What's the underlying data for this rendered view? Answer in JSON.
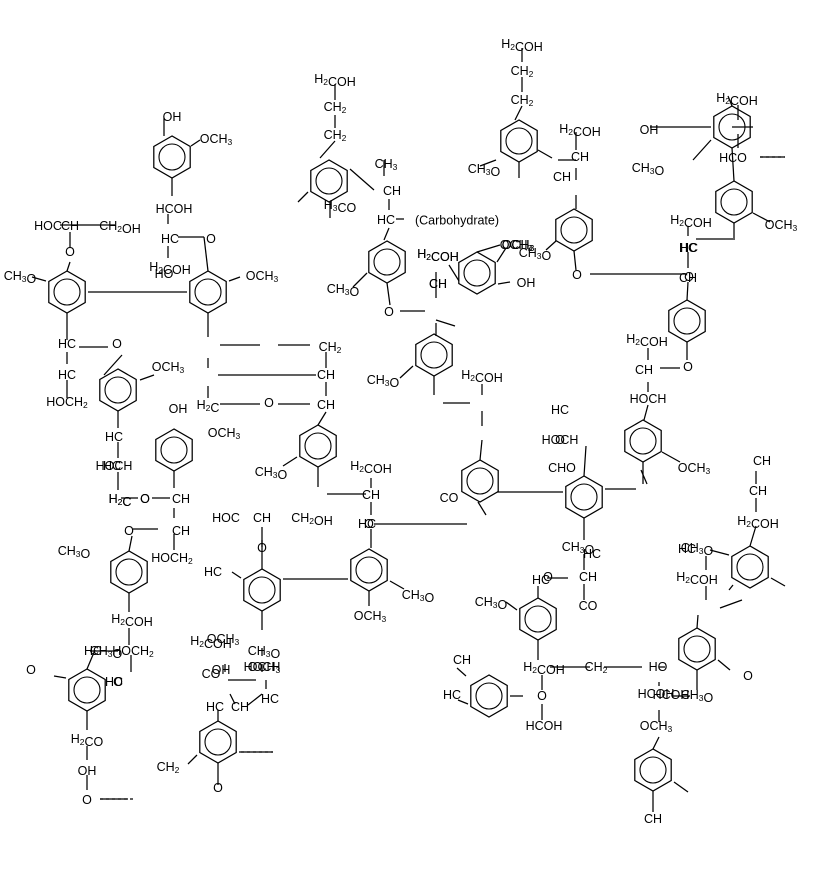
{
  "figure": {
    "labels": [
      "H2COH",
      "CH2",
      "CH2",
      "H2COH",
      "CH2",
      "CH2",
      "OH",
      "OCH3",
      "CH3",
      "CH",
      "HC",
      "(Carbohydrate)",
      "H2COH",
      "CH",
      "H3CO",
      "O",
      "HO",
      "OCH3",
      "H2COH",
      "CH",
      "CH3O",
      "HCO",
      "H2COH",
      "CH3O",
      "OH",
      "HCOH",
      "HC",
      "O",
      "H2COH",
      "HOC",
      "CH",
      "CH2OH",
      "O",
      "CH3O",
      "OCH3",
      "OCH3",
      "H2COH",
      "HC",
      "CH",
      "OCH3",
      "CH3O",
      "OH",
      "CH3O",
      "H2COH",
      "CH",
      "OCH3",
      "CH",
      "O",
      "HC",
      "O",
      "HOCH2",
      "HC",
      "O",
      "CH2",
      "HC",
      "CH",
      "H2C",
      "O",
      "CH",
      "OCH3",
      "H2COH",
      "H2COH",
      "CH",
      "O",
      "CH3O",
      "OH",
      "OCH3",
      "HC",
      "HOCH",
      "H2C",
      "O",
      "CH3O",
      "H2COH",
      "CH",
      "HC",
      "O",
      "HOCH",
      "OCH3",
      "HC",
      "HOCH",
      "HC",
      "H2C",
      "O",
      "CH",
      "O",
      "CH",
      "HOCH2",
      "CH3O",
      "HOC",
      "CH",
      "CH2OH",
      "O",
      "CHO",
      "CH",
      "CH",
      "H2COH",
      "CH3O",
      "HC",
      "O",
      "OCH3",
      "CH3O",
      "CO",
      "H2COH",
      "OCH3",
      "HC",
      "H2COH",
      "OH",
      "HOCH",
      "HC",
      "HC",
      "CH3O",
      "CH",
      "CO",
      "HOCH2",
      "O",
      "CH3O",
      "HC",
      "O",
      "H2COH",
      "CH3O",
      "CO",
      "OCH3",
      "HC",
      "CH",
      "HC",
      "CH2",
      "O",
      "CH3O",
      "HC",
      "O",
      "CH2",
      "HO",
      "CH",
      "HC",
      "O",
      "H2COH",
      "HCOH",
      "OCH3",
      "O",
      "CH3O",
      "HCOH",
      "HCOH",
      "H2CO",
      "OH",
      "O",
      "CH"
    ]
  }
}
